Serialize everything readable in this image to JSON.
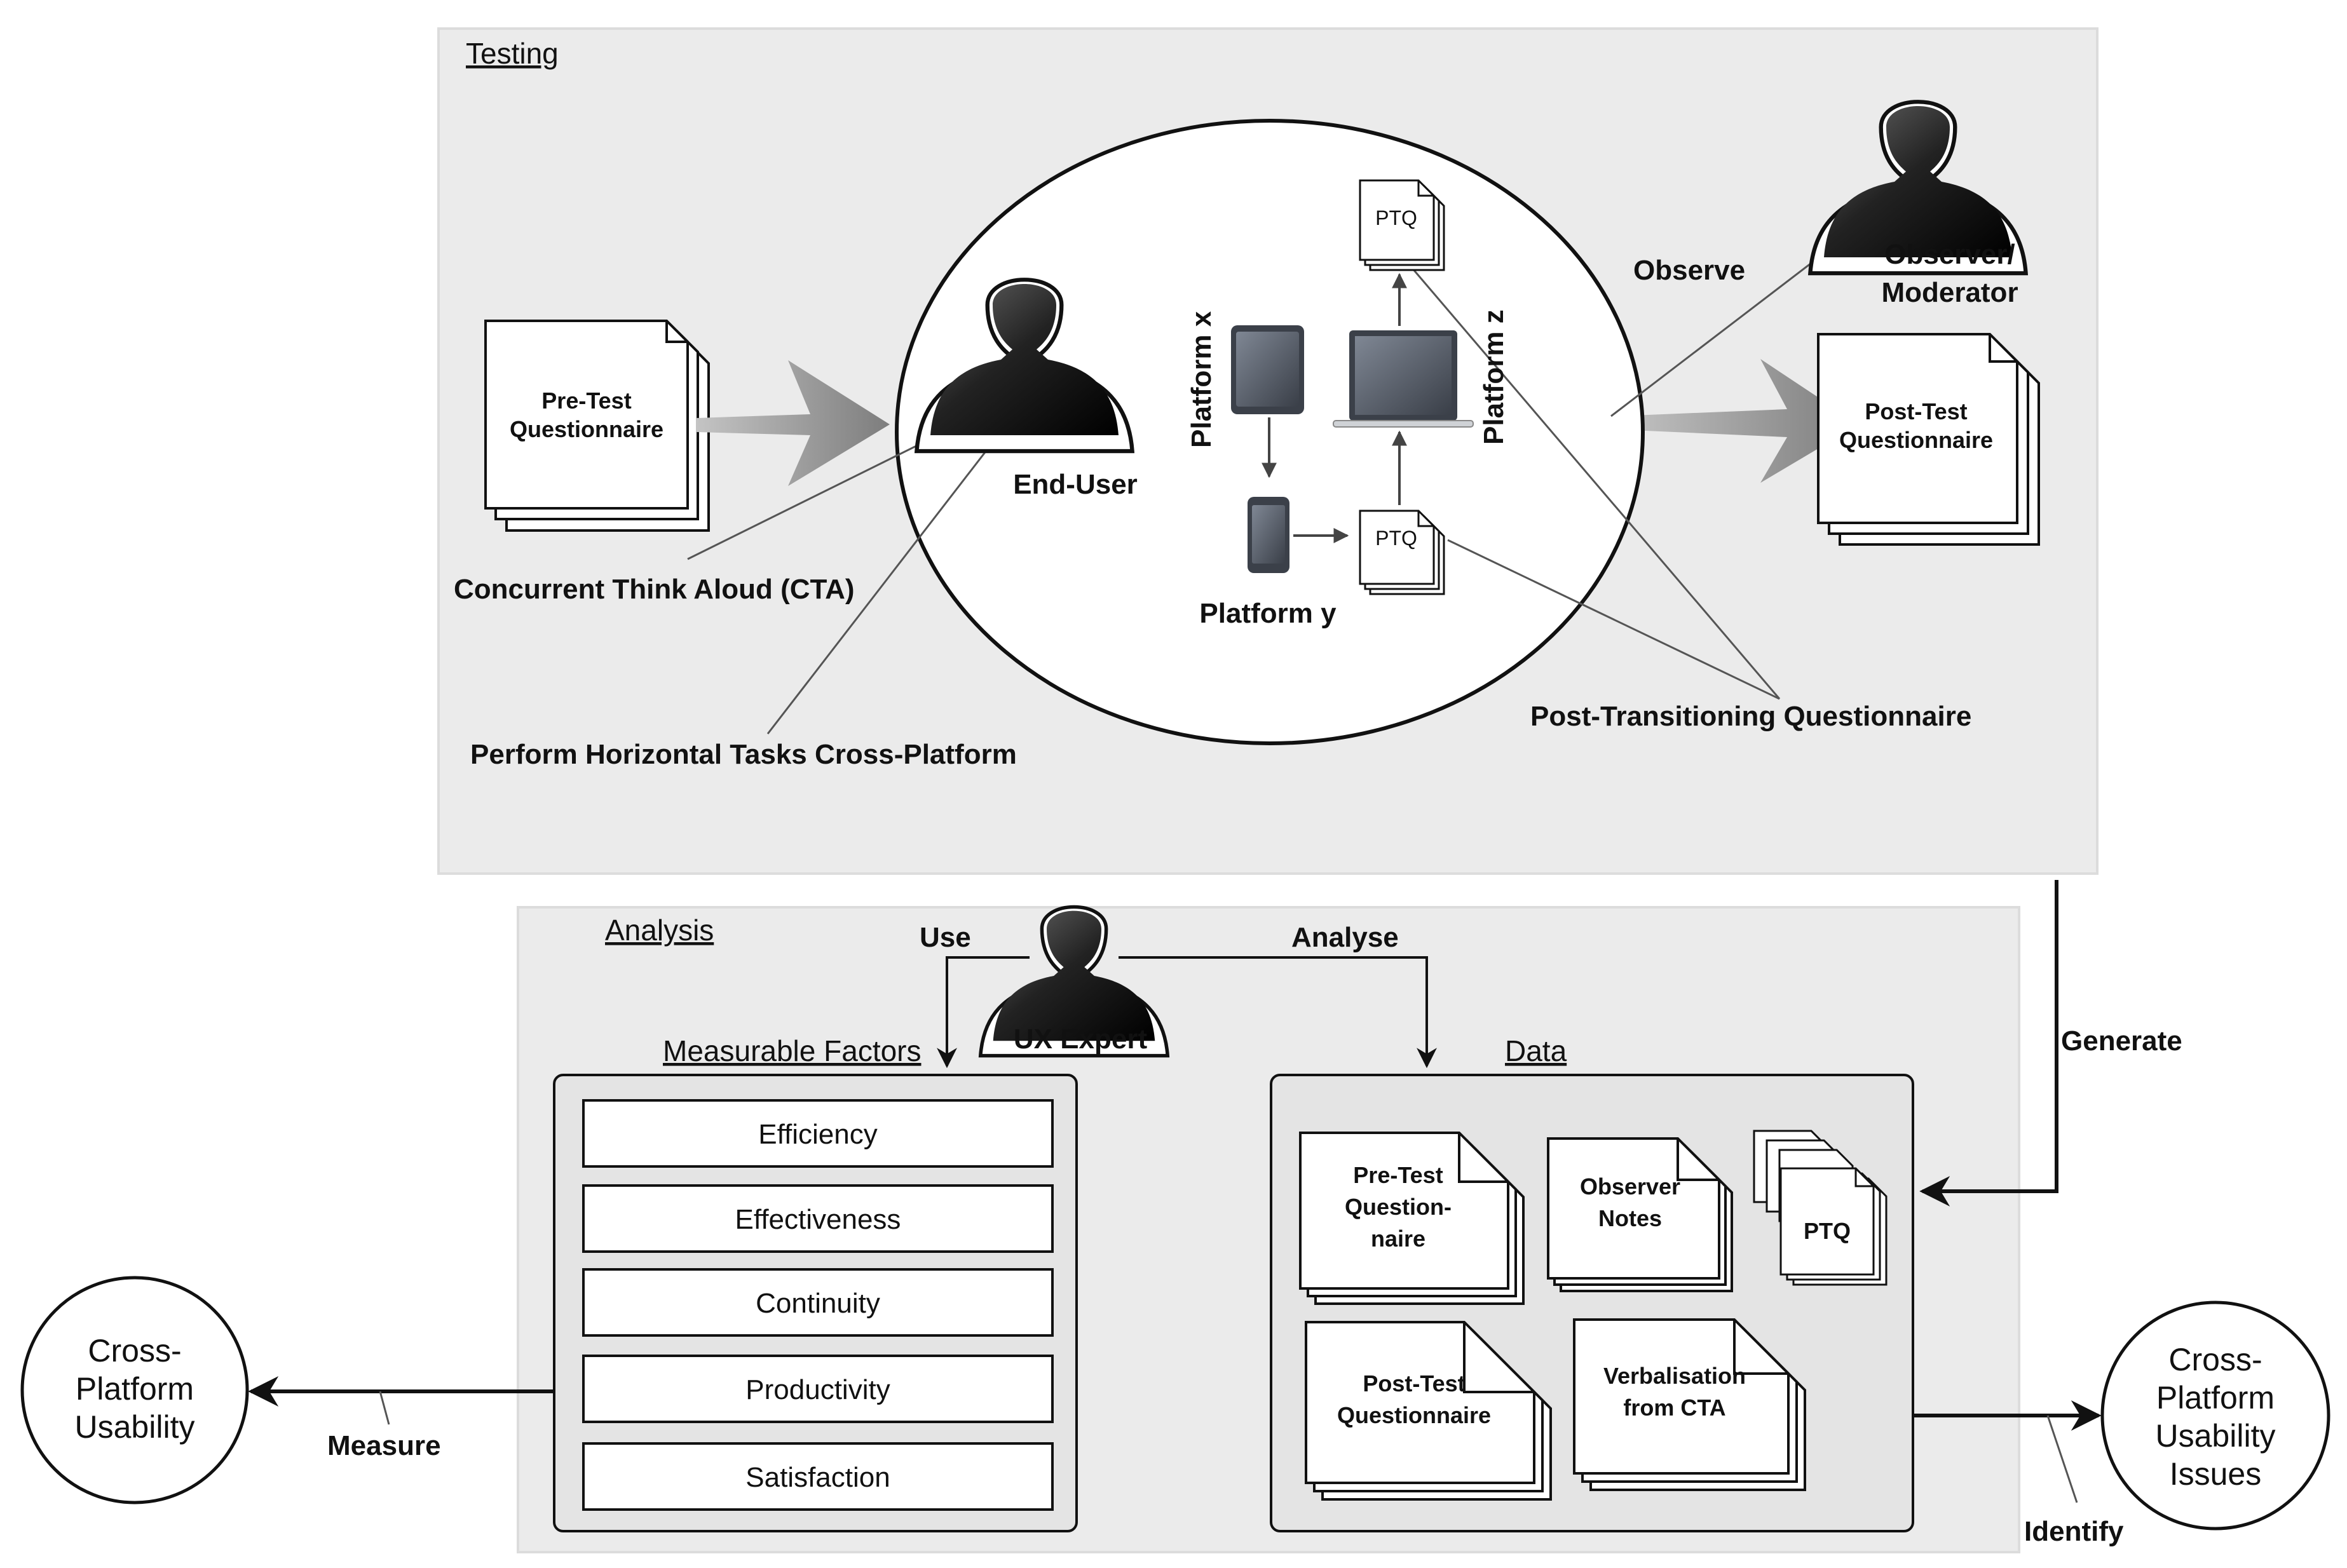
{
  "testing": {
    "title": "Testing",
    "pre_test_doc": [
      "Pre-Test",
      "Questionnaire"
    ],
    "post_test_doc": [
      "Post-Test",
      "Questionnaire"
    ],
    "end_user_label": "End-User",
    "observer_label": [
      "Observer/",
      "Moderator"
    ],
    "observe_label": "Observe",
    "cta_label": "Concurrent Think Aloud (CTA)",
    "tasks_label": "Perform Horizontal Tasks Cross-Platform",
    "ptq_label": "Post-Transitioning Questionnaire",
    "ptq_short": "PTQ",
    "platform_x": "Platform x",
    "platform_y": "Platform y",
    "platform_z": "Platform z"
  },
  "analysis": {
    "title": "Analysis",
    "ux_expert_label": "UX Expert",
    "use_label": "Use",
    "analyse_label": "Analyse",
    "generate_label": "Generate",
    "measure_label": "Measure",
    "identify_label": "Identify",
    "factors_title": "Measurable Factors",
    "factors": [
      "Efficiency",
      "Effectiveness",
      "Continuity",
      "Productivity",
      "Satisfaction"
    ],
    "data_title": "Data",
    "data_docs": {
      "pre_test": [
        "Pre-Test",
        "Question-",
        "naire"
      ],
      "observer_notes": [
        "Observer",
        "Notes"
      ],
      "ptq": "PTQ",
      "post_test": [
        "Post-Test",
        "Questionnaire"
      ],
      "verbalisation": [
        "Verbalisation",
        "from CTA"
      ]
    }
  },
  "outcomes": {
    "usability": [
      "Cross-",
      "Platform",
      "Usability"
    ],
    "issues": [
      "Cross-",
      "Platform",
      "Usability",
      "Issues"
    ]
  },
  "icons": [
    "person-silhouette-icon",
    "document-stack-icon",
    "tablet-icon",
    "phone-icon",
    "laptop-icon"
  ]
}
